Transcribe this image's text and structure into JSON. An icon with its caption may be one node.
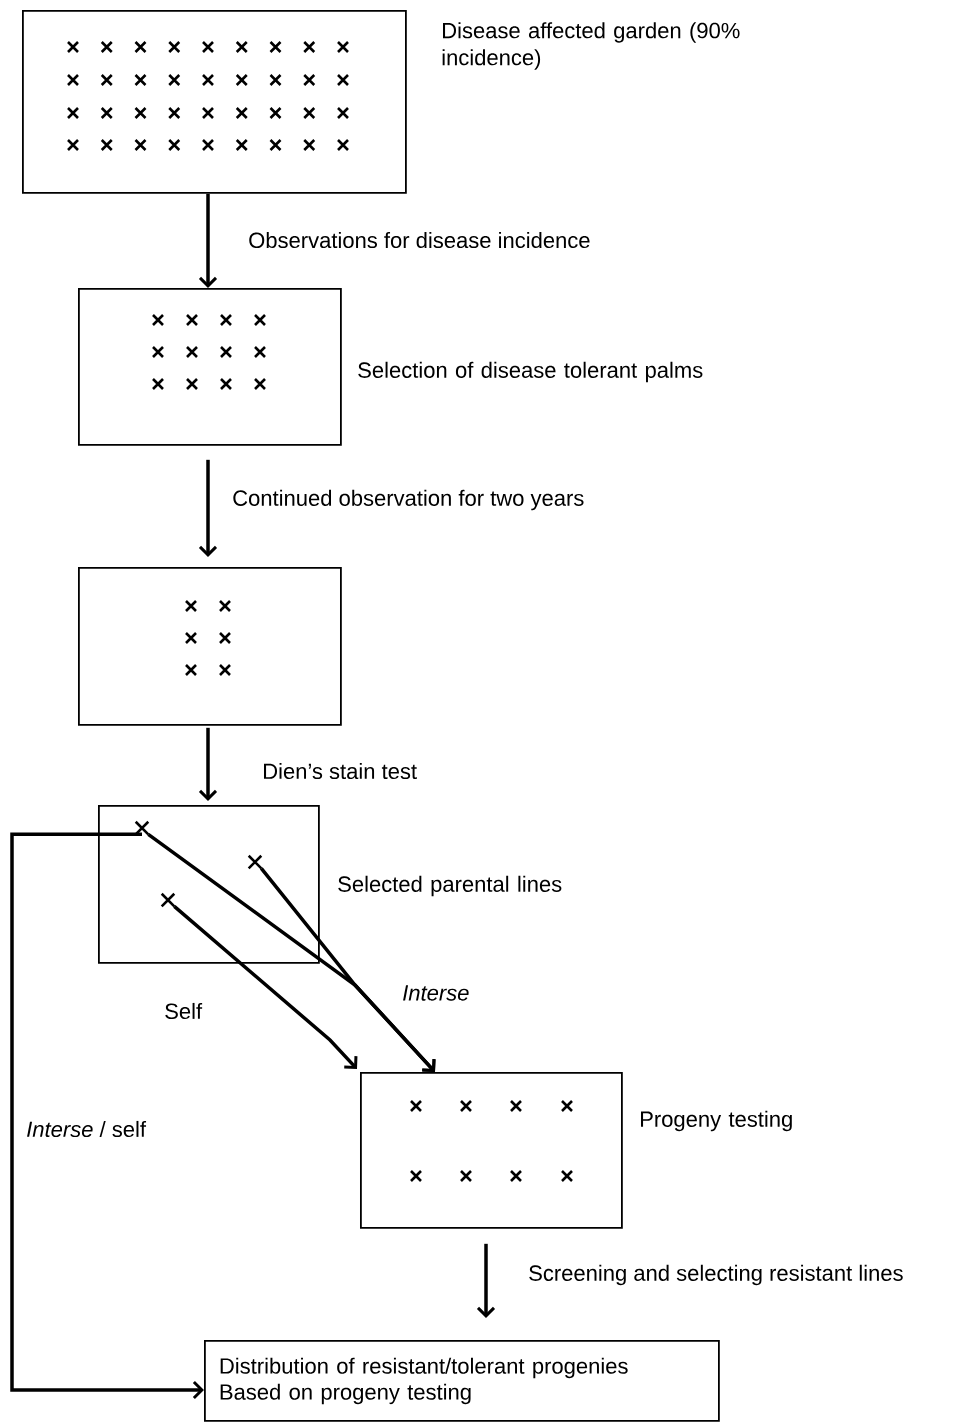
{
  "diagram": {
    "nodes": [
      {
        "text": [],
        "shape": "box",
        "beside": [
          "Disease affected garden (90% incidence)"
        ]
      },
      {
        "text": [],
        "shape": "box",
        "beside": [
          "Selection of disease tolerant palms"
        ]
      },
      {
        "text": [],
        "shape": "box"
      },
      {
        "text": [],
        "shape": "box",
        "beside": [
          "Selected parental lines"
        ]
      },
      {
        "text": [],
        "shape": "cross",
        "in": 3
      },
      {
        "text": [],
        "shape": "cross",
        "in": 3
      },
      {
        "text": [],
        "shape": "cross",
        "in": 3
      },
      {
        "text": [],
        "shape": "box",
        "beside": [
          "Progeny testing"
        ]
      },
      {
        "text": [
          "Distribution of resistant/tolerant progenies",
          "Based on progeny testing"
        ]
      }
    ],
    "edges": [
      {
        "from": 0,
        "to": 1,
        "arrow": "to",
        "label": "Observations for disease incidence"
      },
      {
        "from": 1,
        "to": 2,
        "arrow": "to",
        "label": "Continued observation for two years"
      },
      {
        "from": 2,
        "to": 3,
        "arrow": "to",
        "label": "Dien’s stain test"
      },
      {
        "from": 4,
        "to": 7,
        "arrow": "to"
      },
      {
        "from": 5,
        "to": 7,
        "arrow": "to",
        "label": "Interse"
      },
      {
        "from": 6,
        "to": 7,
        "arrow": "to",
        "label": "Self"
      },
      {
        "from": 4,
        "to": 8,
        "arrow": "to",
        "label": "*Interse* / self"
      },
      {
        "from": 7,
        "to": 8,
        "arrow": "to",
        "label": "Screening and selecting resistant lines"
      }
    ]
  }
}
